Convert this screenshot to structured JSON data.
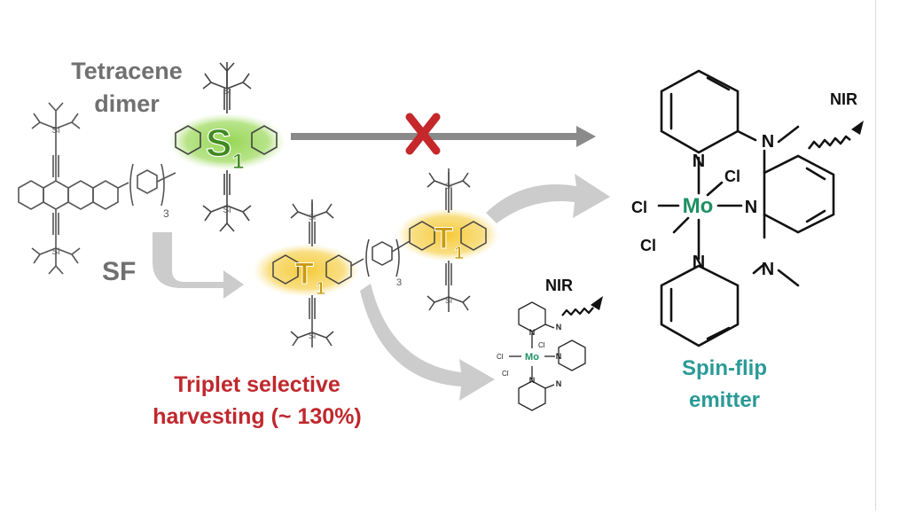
{
  "labels": {
    "tetracene_line1": "Tetracene",
    "tetracene_line2": "dimer",
    "sf": "SF",
    "s1_letter": "S",
    "s1_sub": "1",
    "t1_letter": "T",
    "t1_sub": "1",
    "repeat_sub": "3",
    "triplet_line1": "Triplet selective",
    "triplet_line2": "harvesting (~ 130%)",
    "spinflip_line1": "Spin-flip",
    "spinflip_line2": "emitter",
    "nir": "NIR",
    "mo": "Mo",
    "cl": "Cl",
    "n": "N",
    "si": "Si"
  },
  "colors": {
    "triplet_text": "#c0282d",
    "spinflip_text": "#2a9a96",
    "mo_color": "#1f8f63",
    "s1_glow": "#7fc93a",
    "t1_glow": "#f3c62c",
    "gray_label": "#707070",
    "gray_arrow": "#c8c8c8",
    "dark_arrow": "#8a8a8a",
    "cross": "#c4282a"
  },
  "icons": [
    "cross-mark-icon",
    "wavy-nir-arrow-icon"
  ]
}
